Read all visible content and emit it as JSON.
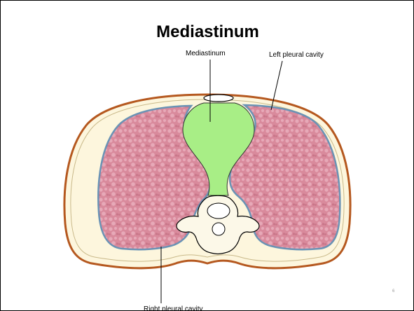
{
  "slide": {
    "title": "Mediastinum",
    "page_number": "6"
  },
  "diagram": {
    "labels": {
      "mediastinum": "Mediastinum",
      "left_pleural_cavity": "Left pleural cavity",
      "right_pleural_cavity": "Right pleural cavity"
    },
    "colors": {
      "body_outline": "#b5581f",
      "body_fill": "#fdf6dd",
      "lung_fill": "#d98a9c",
      "lung_texture": "#e7a9b8",
      "pleura_line": "#6a93b5",
      "mediastinum_fill": "#a8ee86",
      "vertebra_fill": "#fcf8e8"
    }
  }
}
